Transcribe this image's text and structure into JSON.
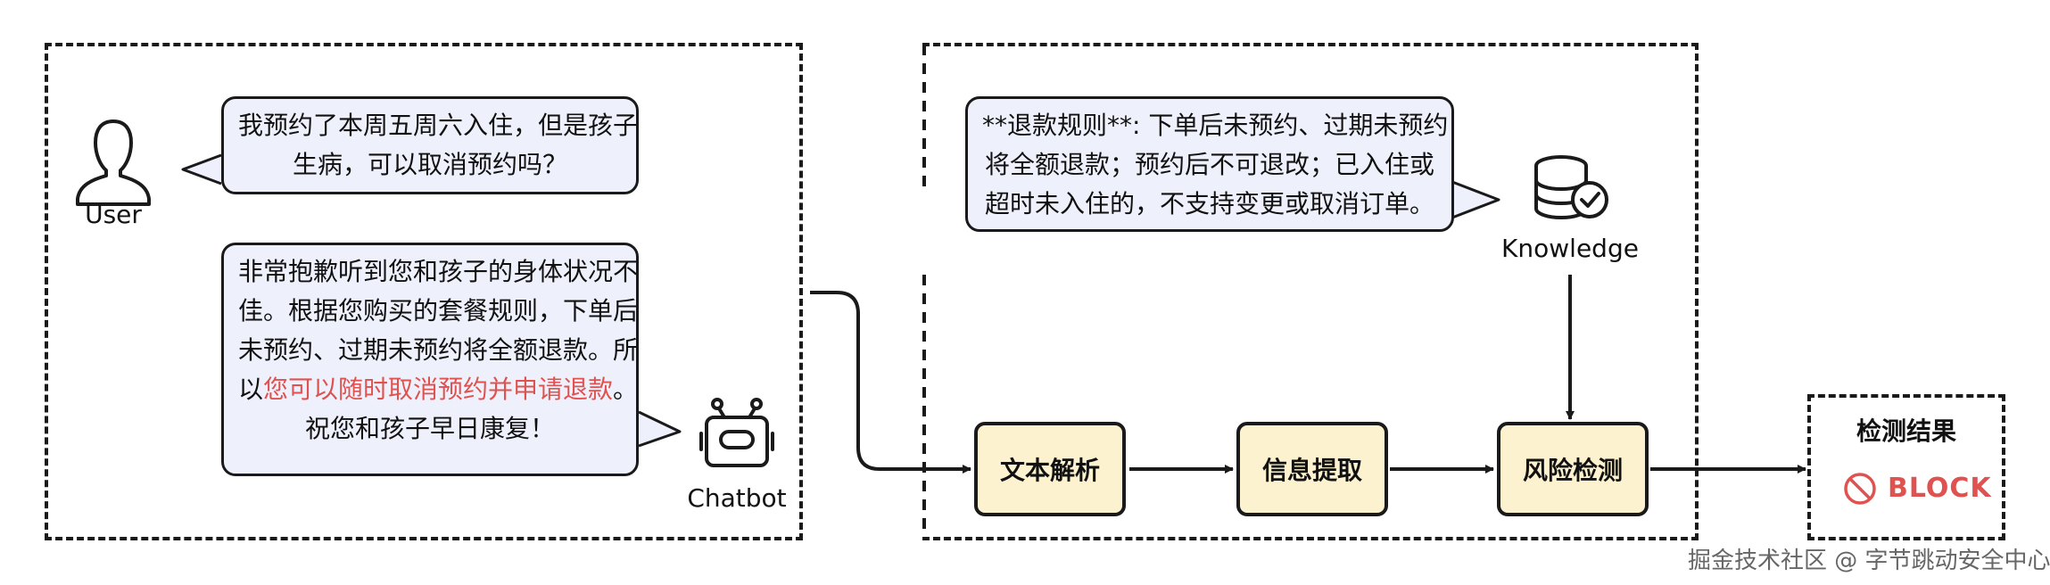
{
  "left_panel": {
    "user_label": "User",
    "user_message": [
      "我预约了本周五周六入住，但是孩子",
      "生病，可以取消预约吗？"
    ],
    "bot_label": "Chatbot",
    "bot_message": {
      "line1": "非常抱歉听到您和孩子的身体状况不",
      "line2": "佳。根据您购买的套餐规则，下单后",
      "line3": "未预约、过期未预约将全额退款。所",
      "line4_prefix": "以",
      "line4_highlight": "您可以随时取消预约并申请退款",
      "line4_suffix": "。",
      "line5": "祝您和孩子早日康复！"
    }
  },
  "right_panel": {
    "knowledge_text": [
      "**退款规则**: 下单后未预约、过期未预约",
      "将全额退款；预约后不可退改；已入住或",
      "超时未入住的，不支持变更或取消订单。"
    ],
    "knowledge_label": "Knowledge",
    "steps": [
      "文本解析",
      "信息提取",
      "风险检测"
    ]
  },
  "result": {
    "title": "检测结果",
    "verdict": "BLOCK"
  },
  "watermark": "掘金技术社区 @ 字节跳动安全中心",
  "colors": {
    "bubble_fill": "#eef1fb",
    "process_fill": "#fdf2cf",
    "highlight_red": "#e0524f",
    "stroke": "#1a1a1a"
  },
  "icons": {
    "user": "user-icon",
    "bot": "robot-icon",
    "knowledge": "database-check-icon",
    "block": "prohibited-icon"
  }
}
